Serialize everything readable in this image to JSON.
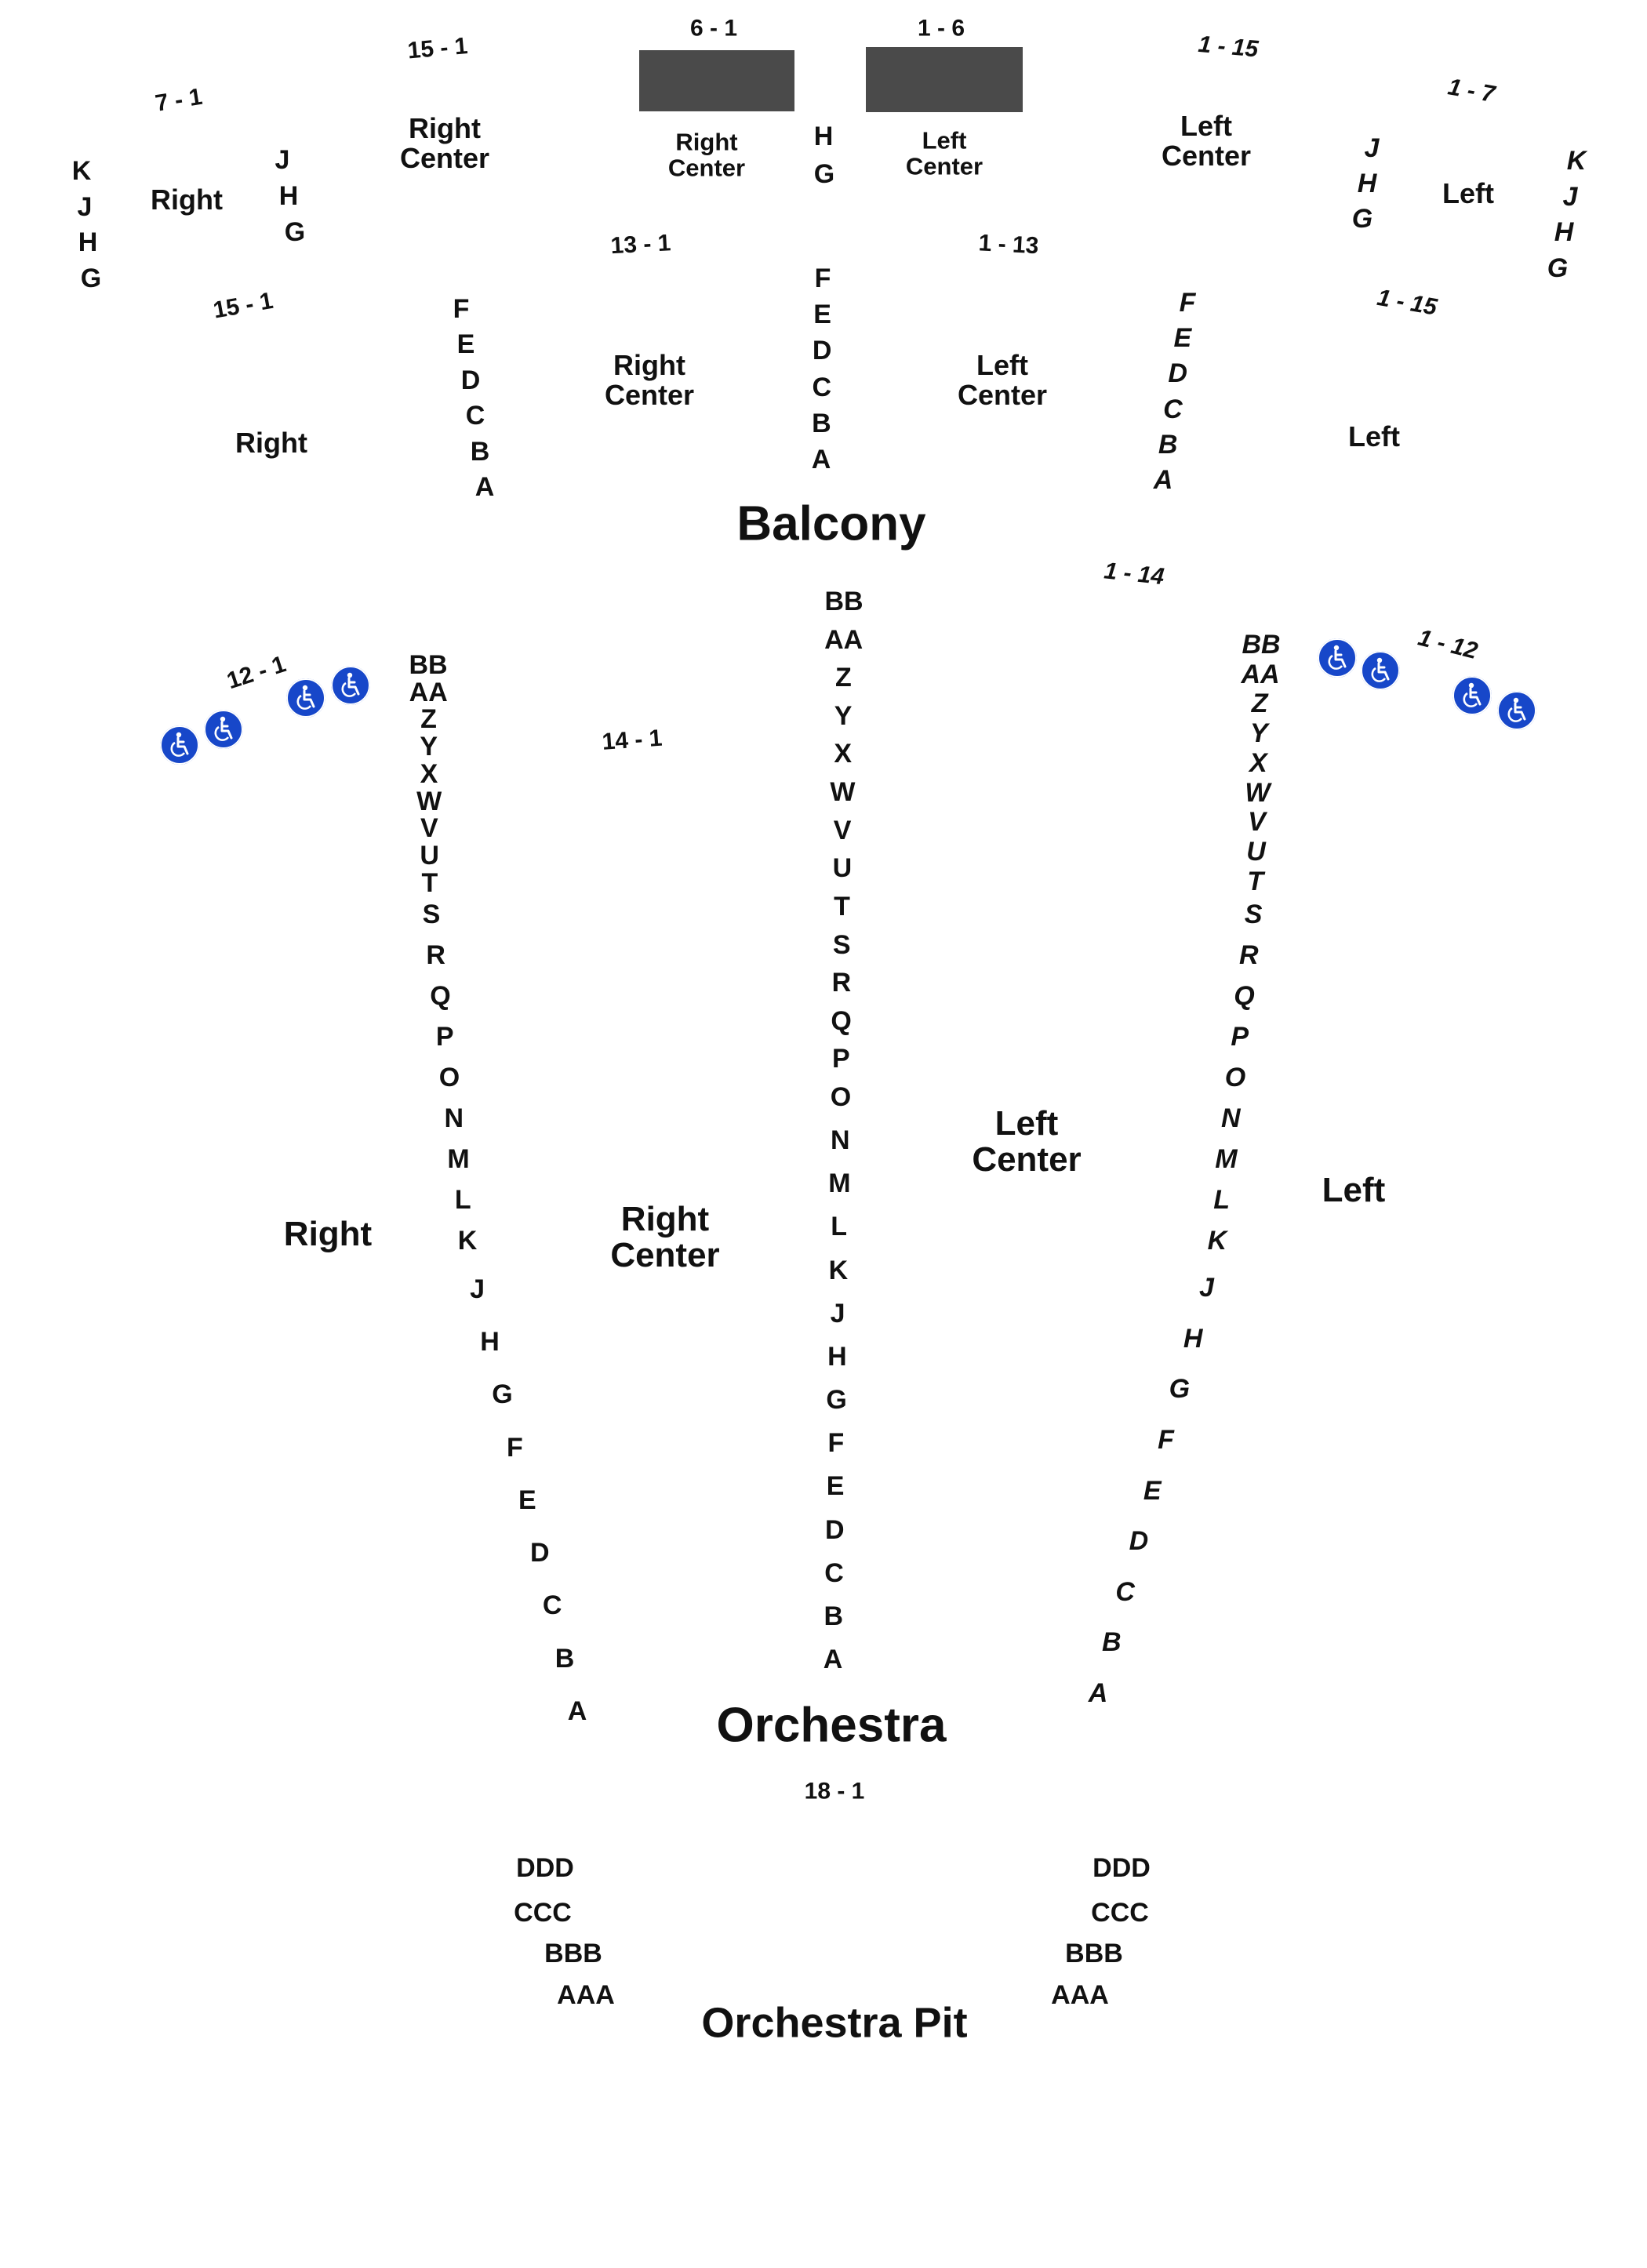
{
  "areas": {
    "balcony": "Balcony",
    "orchestra": "Orchestra",
    "orchestra_pit": "Orchestra Pit"
  },
  "balcony": {
    "boxes": {
      "right_center_range": "6 - 1",
      "left_center_range": "1 - 6",
      "right_center_label": "Right\nCenter",
      "left_center_label": "Left\nCenter",
      "center_rows": [
        "H",
        "G"
      ]
    },
    "upper": {
      "far_right_range": "7 - 1",
      "far_right_rows_outer": [
        "K",
        "J",
        "H",
        "G"
      ],
      "far_right_label": "Right",
      "far_right_rows_inner": [
        "J",
        "H",
        "G"
      ],
      "right_center_range": "15 - 1",
      "right_center_label": "Right\nCenter",
      "left_center_range": "1 - 15",
      "left_center_label": "Left\nCenter",
      "far_left_range": "1 - 7",
      "far_left_rows_inner": [
        "J",
        "H",
        "G"
      ],
      "far_left_label": "Left",
      "far_left_rows_outer": [
        "K",
        "J",
        "H",
        "G"
      ]
    },
    "lower": {
      "right_range": "15 - 1",
      "right_label": "Right",
      "right_aisle_rows": [
        "F",
        "E",
        "D",
        "C",
        "B",
        "A"
      ],
      "right_center_range": "13 - 1",
      "right_center_label": "Right\nCenter",
      "center_rows": [
        "F",
        "E",
        "D",
        "C",
        "B",
        "A"
      ],
      "left_center_range": "1 - 13",
      "left_center_label": "Left\nCenter",
      "left_aisle_rows": [
        "F",
        "E",
        "D",
        "C",
        "B",
        "A"
      ],
      "left_range": "1 - 15",
      "left_label": "Left"
    }
  },
  "orchestra": {
    "right_range": "12 - 1",
    "right_label": "Right",
    "right_aisle_rows": [
      "BB",
      "AA",
      "Z",
      "Y",
      "X",
      "W",
      "V",
      "U",
      "T",
      "S",
      "R",
      "Q",
      "P",
      "O",
      "N",
      "M",
      "L",
      "K",
      "J",
      "H",
      "G",
      "F",
      "E",
      "D",
      "C",
      "B",
      "A"
    ],
    "right_center_range": "14 - 1",
    "right_center_label": "Right\nCenter",
    "center_rows": [
      "BB",
      "AA",
      "Z",
      "Y",
      "X",
      "W",
      "V",
      "U",
      "T",
      "S",
      "R",
      "Q",
      "P",
      "O",
      "N",
      "M",
      "L",
      "K",
      "J",
      "H",
      "G",
      "F",
      "E",
      "D",
      "C",
      "B",
      "A"
    ],
    "left_center_range": "1 - 14",
    "left_center_label": "Left\nCenter",
    "left_aisle_rows": [
      "BB",
      "AA",
      "Z",
      "Y",
      "X",
      "W",
      "V",
      "U",
      "T",
      "S",
      "R",
      "Q",
      "P",
      "O",
      "N",
      "M",
      "L",
      "K",
      "J",
      "H",
      "G",
      "F",
      "E",
      "D",
      "C",
      "B",
      "A"
    ],
    "left_range": "1 - 12",
    "left_label": "Left"
  },
  "pit": {
    "range": "18 - 1",
    "right_rows": [
      "DDD",
      "CCC",
      "BBB",
      "AAA"
    ],
    "left_rows": [
      "DDD",
      "CCC",
      "BBB",
      "AAA"
    ]
  },
  "icons": {
    "accessible_seat": "wheelchair-icon",
    "accessible_color": "#1747c9",
    "box_color": "#4a4a4a"
  }
}
